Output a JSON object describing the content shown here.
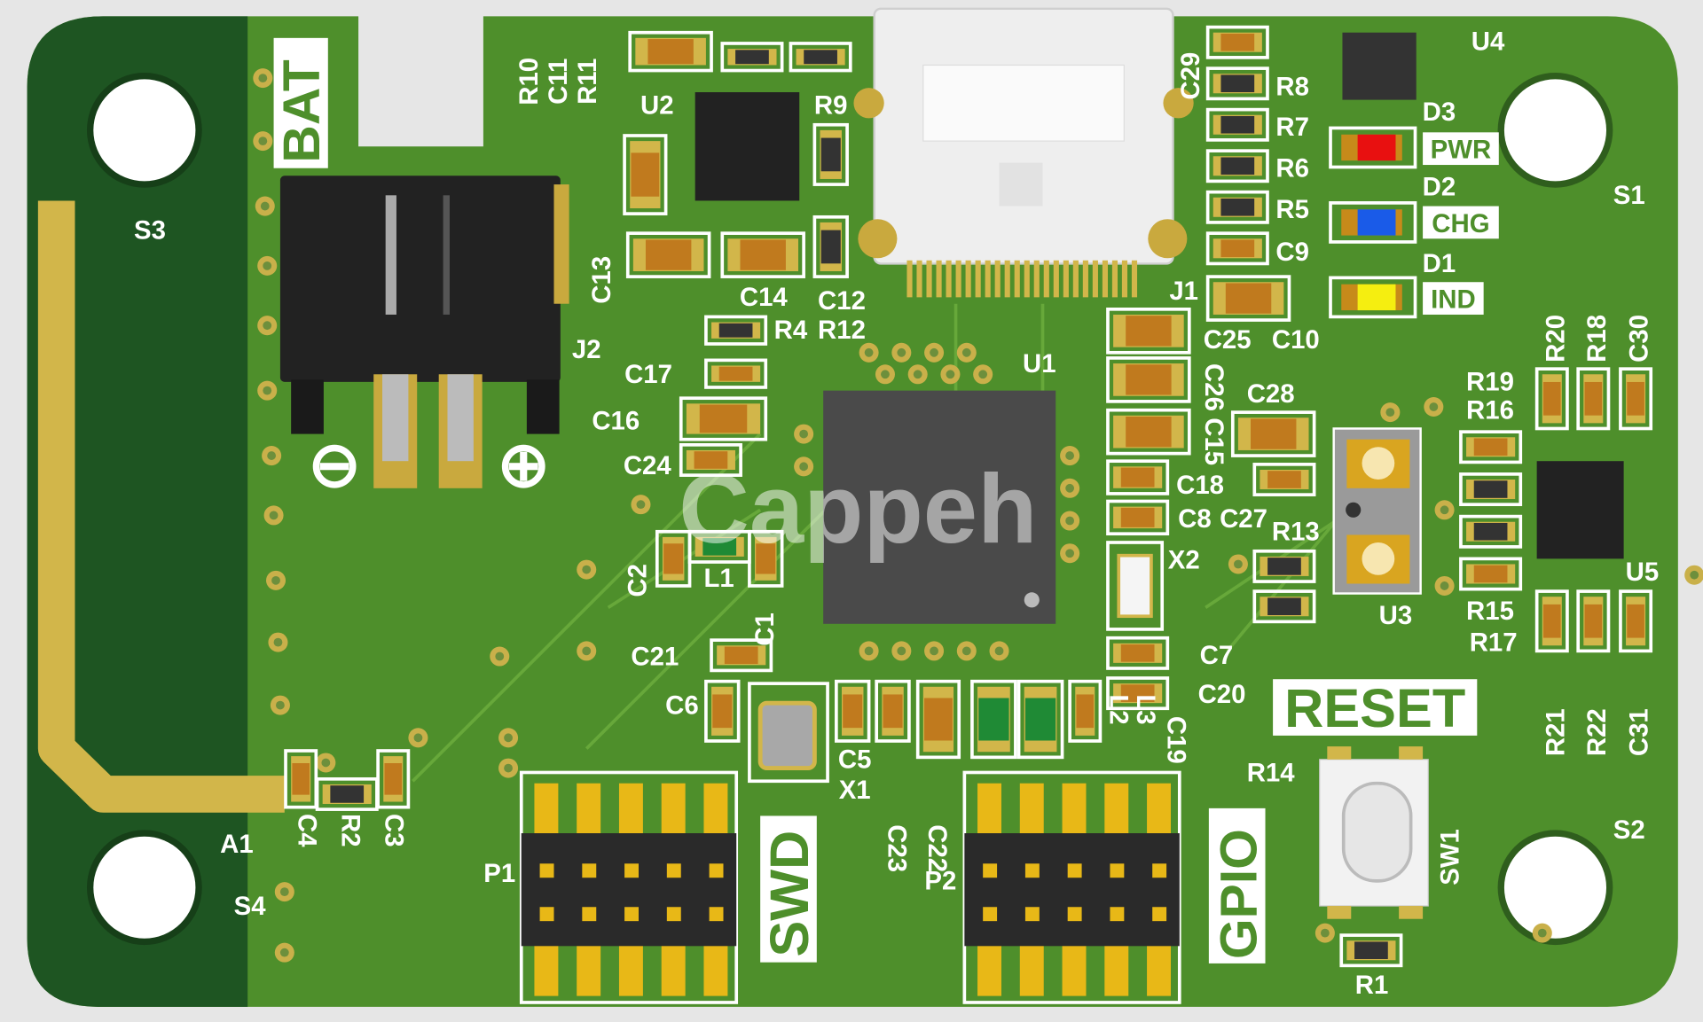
{
  "board": {
    "watermark": "Cappeh",
    "colors": {
      "board": "#4e8f2b",
      "strip": "#1e5522",
      "copper": "#d2b64a",
      "silk": "#ffffff",
      "chip": "#3a3a3a",
      "background": "#e6e6e6"
    },
    "big_labels": [
      "BAT",
      "SWD",
      "GPIO",
      "RESET"
    ],
    "led_labels": {
      "pwr": "PWR",
      "chg": "CHG",
      "ind": "IND"
    },
    "led_colors": {
      "pwr": "#e81010",
      "chg": "#1a5be8",
      "ind": "#f5ee10"
    },
    "polarity": {
      "minus": "⊖",
      "plus": "⊕"
    },
    "silkscreen_labels": [
      "R10",
      "C11",
      "R11",
      "U2",
      "R9",
      "C13",
      "C14",
      "C12",
      "R4",
      "R12",
      "J2",
      "C17",
      "C16",
      "C24",
      "C2",
      "L1",
      "C1",
      "C21",
      "C6",
      "C5",
      "X1",
      "C23",
      "C22",
      "U1",
      "C29",
      "R8",
      "R7",
      "R6",
      "R5",
      "C9",
      "J1",
      "C25",
      "C10",
      "C26",
      "C15",
      "C18",
      "C8",
      "C27",
      "R13",
      "X2",
      "C28",
      "C7",
      "C20",
      "L2",
      "L3",
      "C19",
      "U4",
      "D3",
      "D2",
      "D1",
      "R20",
      "R18",
      "C30",
      "R19",
      "R16",
      "R15",
      "R17",
      "U5",
      "U3",
      "R21",
      "R22",
      "C31",
      "R14",
      "SW1",
      "R1",
      "S1",
      "S2",
      "S3",
      "S4",
      "A1",
      "C4",
      "R2",
      "C3",
      "P1",
      "P2"
    ]
  }
}
